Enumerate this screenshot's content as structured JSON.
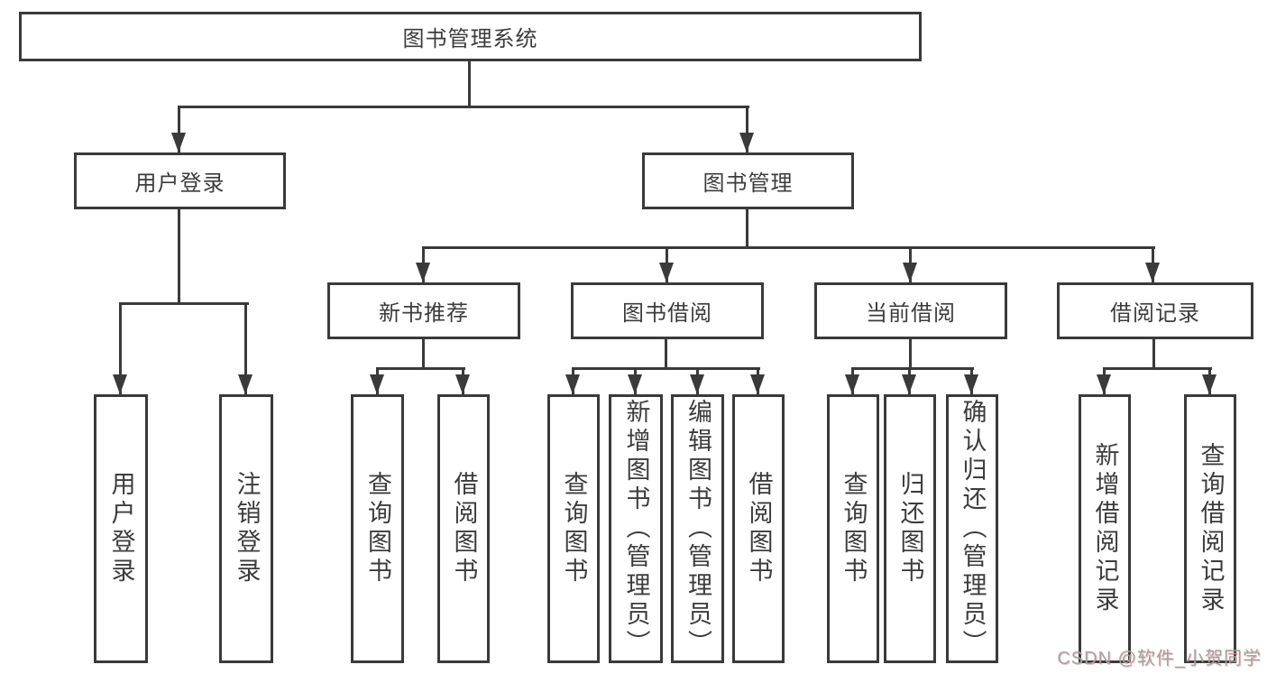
{
  "tree": {
    "root": "图书管理系统",
    "children": [
      {
        "label": "用户登录",
        "children": [
          "用户登录",
          "注销登录"
        ]
      },
      {
        "label": "图书管理",
        "children": [
          {
            "label": "新书推荐",
            "children": [
              "查询图书",
              "借阅图书"
            ]
          },
          {
            "label": "图书借阅",
            "children": [
              "查询图书",
              "新增图书（管理员）",
              "编辑图书（管理员）",
              "借阅图书"
            ]
          },
          {
            "label": "当前借阅",
            "children": [
              "查询图书",
              "归还图书",
              "确认归还（管理员）"
            ]
          },
          {
            "label": "借阅记录",
            "children": [
              "新增借阅记录",
              "查询借阅记录"
            ]
          }
        ]
      }
    ]
  },
  "watermark": {
    "text": "CSDN @软件_小贺同学"
  },
  "colors": {
    "line": "#3a3a3a",
    "text": "#3c3c3c",
    "background": "#ffffff",
    "watermark": "#a3a3a3"
  }
}
